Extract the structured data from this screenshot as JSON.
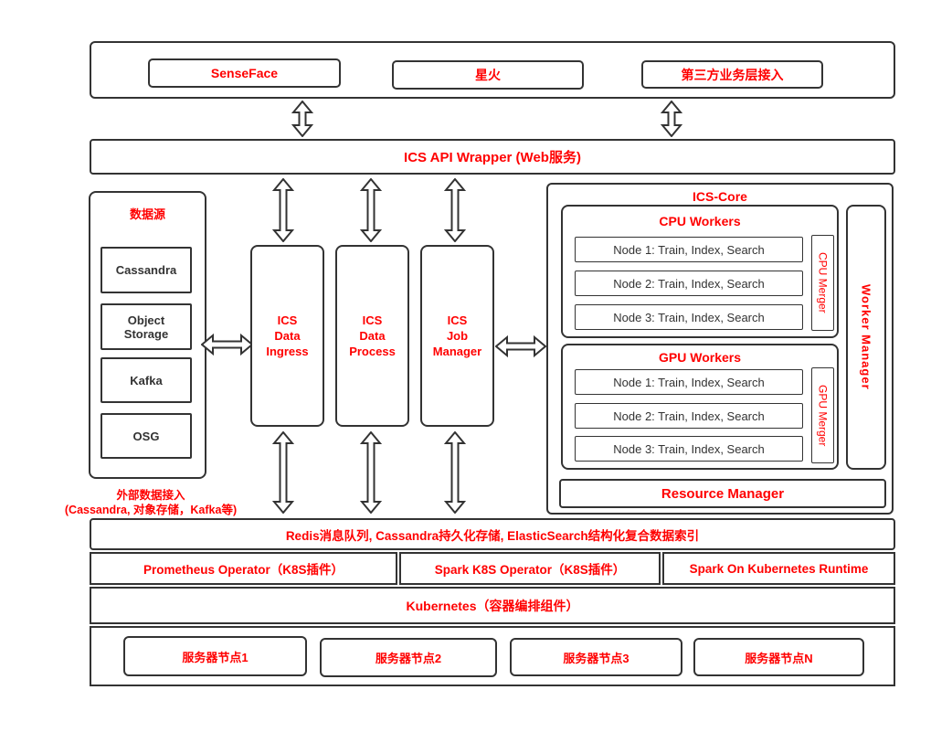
{
  "colors": {
    "accent": "#ff0000",
    "border": "#333333",
    "text": "#333333"
  },
  "top_apps": {
    "senseface": "SenseFace",
    "xinghuo": "星火",
    "third_party": "第三方业务层接入"
  },
  "api_wrapper": {
    "label": "ICS API Wrapper (Web服务)"
  },
  "data_sources": {
    "title": "数据源",
    "items": [
      "Cassandra",
      "Object\nStorage",
      "Kafka",
      "OSG"
    ]
  },
  "pipeline": {
    "ingress": "ICS\nData\nIngress",
    "process": "ICS\nData\nProcess",
    "job_manager": "ICS\nJob\nManager"
  },
  "ics_core": {
    "title": "ICS-Core",
    "cpu_workers": {
      "title": "CPU Workers",
      "nodes": [
        "Node 1: Train, Index, Search",
        "Node 2: Train, Index, Search",
        "Node 3: Train, Index, Search"
      ],
      "merger": "CPU Merger"
    },
    "gpu_workers": {
      "title": "GPU Workers",
      "nodes": [
        "Node 1: Train, Index, Search",
        "Node 2: Train, Index, Search",
        "Node 3: Train, Index, Search"
      ],
      "merger": "GPU Merger"
    },
    "worker_manager": "Worker Manager",
    "resource_manager": "Resource Manager"
  },
  "external_note": {
    "line1": "外部数据接入",
    "line2": "(Cassandra, 对象存储，Kafka等)"
  },
  "storage_bar": {
    "label": "Redis消息队列, Cassandra持久化存储, ElasticSearch结构化复合数据索引"
  },
  "k8s_plugins": {
    "prometheus": "Prometheus Operator（K8S插件）",
    "spark_operator": "Spark K8S Operator（K8S插件）",
    "spark_runtime": "Spark On Kubernetes Runtime"
  },
  "kubernetes_bar": {
    "label": "Kubernetes（容器编排组件）"
  },
  "servers": {
    "items": [
      "服务器节点1",
      "服务器节点2",
      "服务器节点3",
      "服务器节点N"
    ]
  }
}
